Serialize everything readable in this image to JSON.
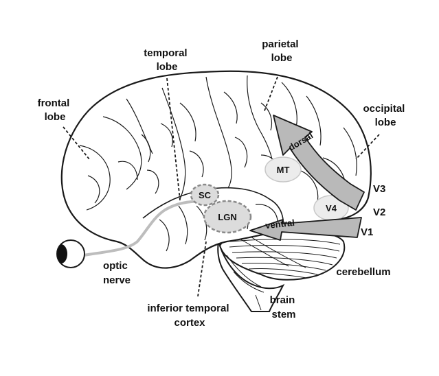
{
  "labels": {
    "frontal_lobe": [
      "frontal",
      "lobe"
    ],
    "temporal_lobe": [
      "temporal",
      "lobe"
    ],
    "parietal_lobe": [
      "parietal",
      "lobe"
    ],
    "occipital_lobe": [
      "occipital",
      "lobe"
    ],
    "optic_nerve": [
      "optic",
      "nerve"
    ],
    "inferior_temporal_cortex": [
      "inferior temporal",
      "cortex"
    ],
    "brain_stem": [
      "brain",
      "stem"
    ],
    "cerebellum": "cerebellum",
    "v1": "V1",
    "v2": "V2",
    "v3": "V3"
  },
  "regions": {
    "mt": "MT",
    "v4": "V4",
    "sc": "SC",
    "lgn": "LGN"
  },
  "pathways": {
    "dorsal": "dorsal",
    "ventral": "ventral"
  },
  "colors": {
    "outline": "#1a1a1a",
    "arrow_fill": "#b9b9b9",
    "region_fill": "#ececec",
    "nucleus_fill": "#dcdcdc",
    "nucleus_border": "#8a8a8a",
    "nerve": "#bdbdbd"
  }
}
